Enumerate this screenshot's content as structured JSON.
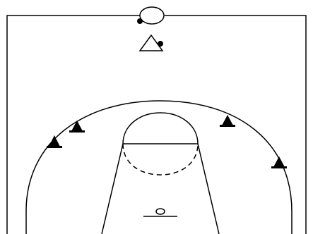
{
  "diagram": {
    "kind": "half-court basketball drill",
    "background_color": "#ffffff",
    "line_color": "#000000",
    "elements": {
      "court_boundary": {
        "shape": "rectangle"
      },
      "three_point_arc": {
        "shape": "arc"
      },
      "free_throw_circle_top": {
        "style": "solid"
      },
      "free_throw_circle_bottom": {
        "style": "dashed"
      },
      "key": {
        "shape": "trapezoid"
      },
      "hoop": {
        "shape": "ring"
      },
      "backboard": {
        "shape": "line"
      },
      "ball_rack": {
        "shape": "ring"
      },
      "player_marker": {
        "shape": "triangle"
      },
      "cones": {
        "count": 4,
        "color": "#000000"
      },
      "balls": {
        "count": 2,
        "color": "#000000"
      }
    }
  }
}
